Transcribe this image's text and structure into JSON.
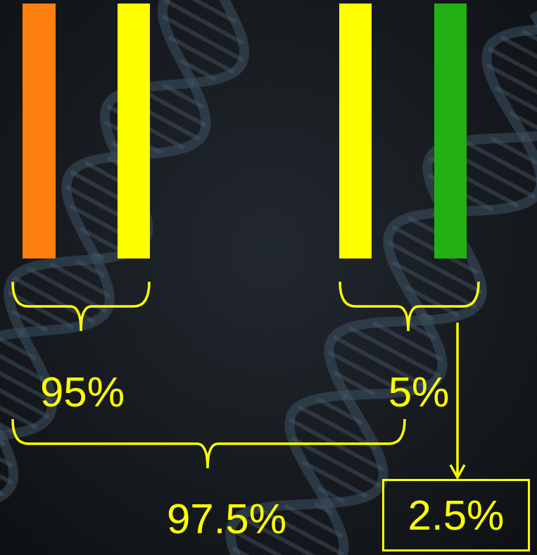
{
  "diagram": {
    "nodes": [
      {
        "text": [
          "2.5%"
        ]
      }
    ],
    "labels": [
      "95%",
      "5%",
      "97.5%"
    ]
  }
}
